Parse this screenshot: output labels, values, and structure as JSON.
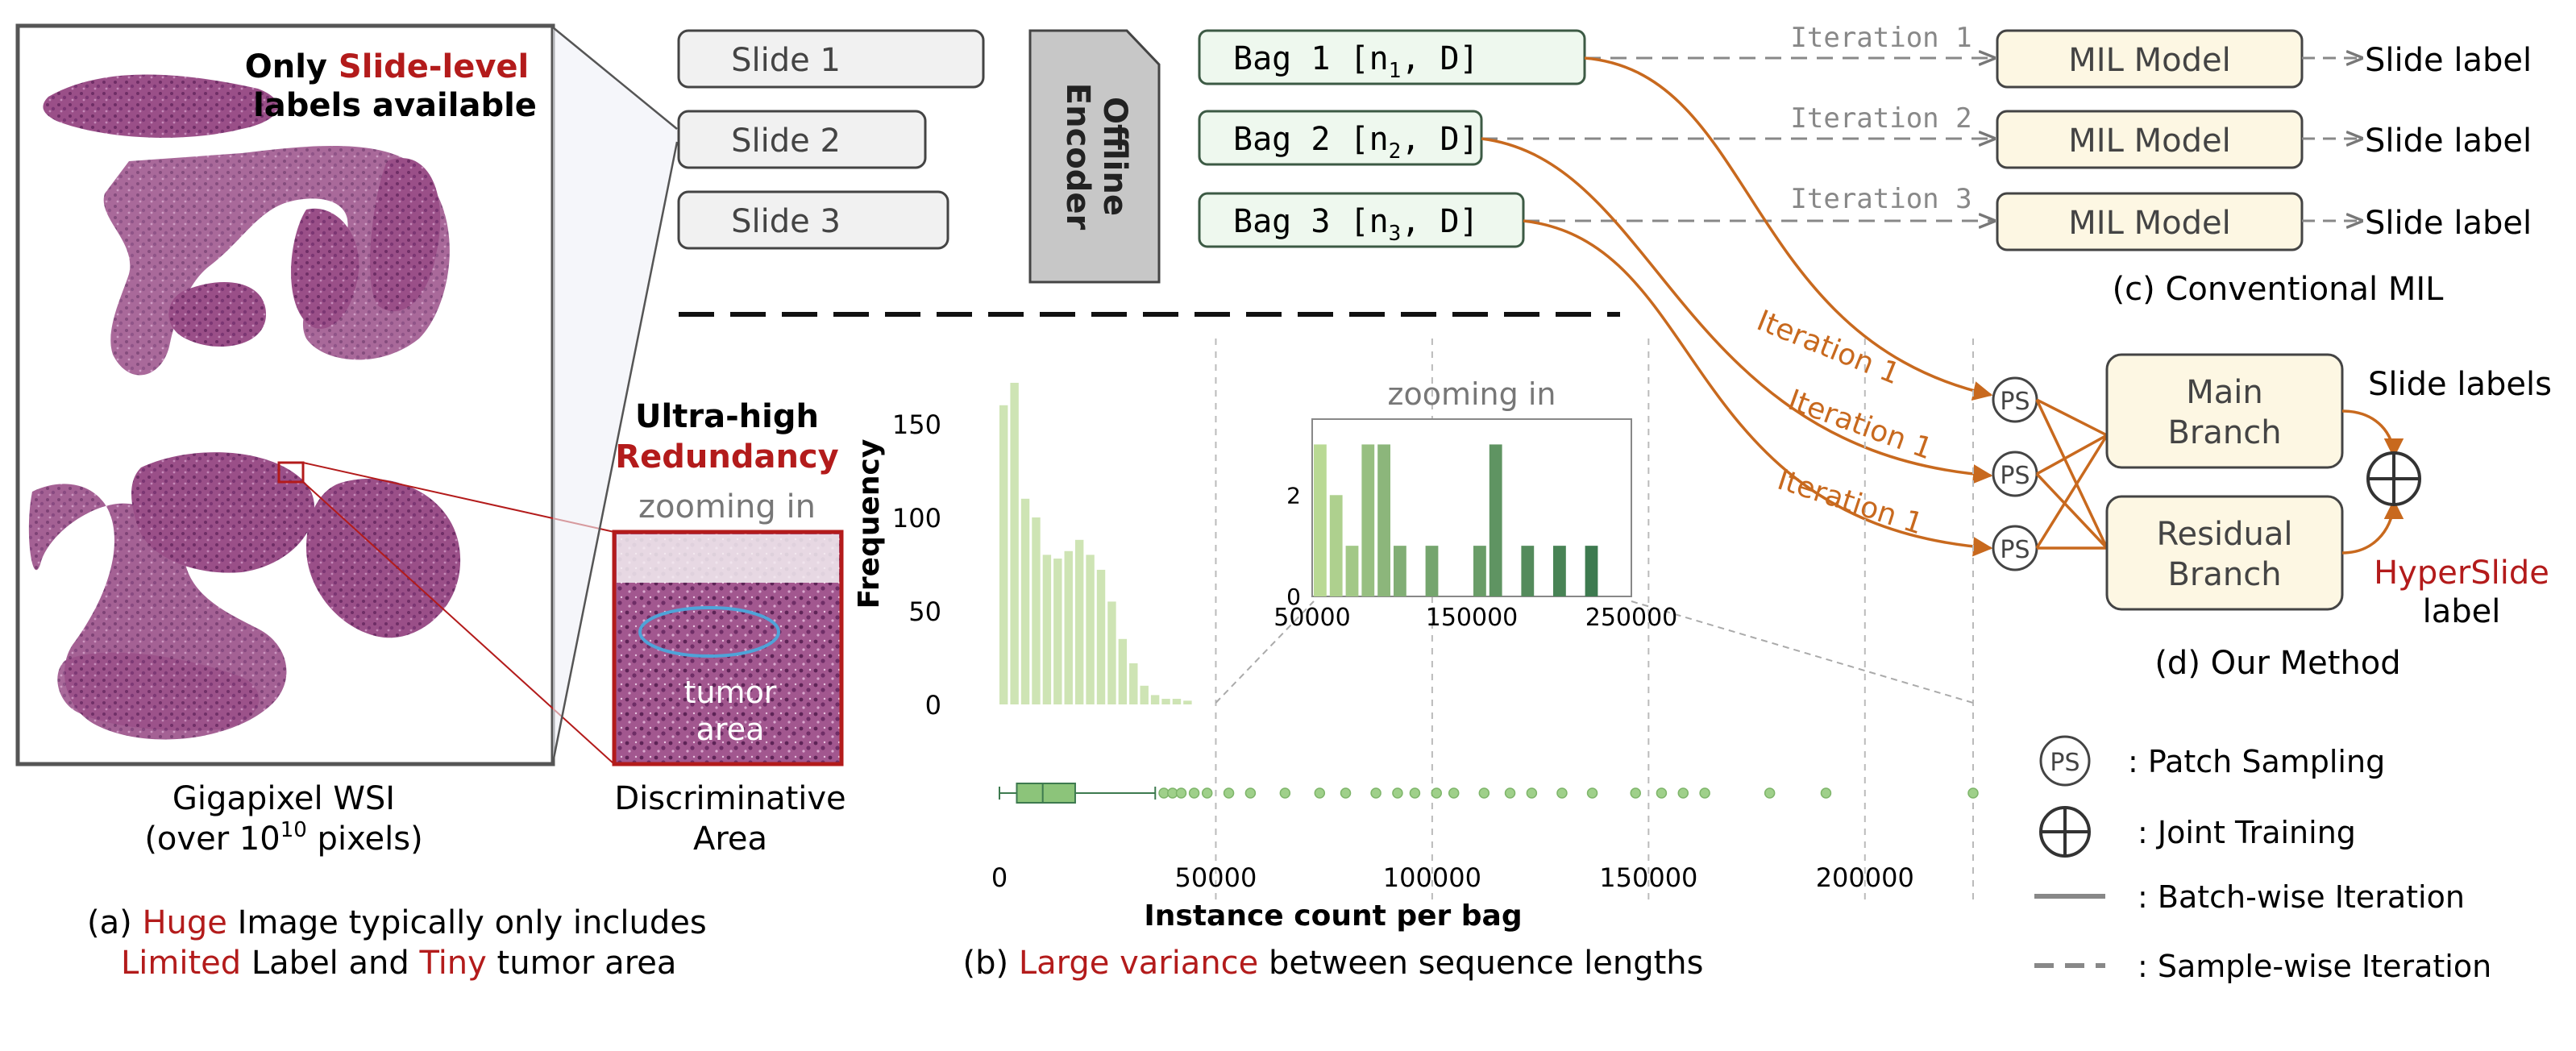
{
  "panel_a": {
    "note_only": "Only",
    "note_slide_level": "Slide-level",
    "note_labels": "labels available",
    "ultra_high": "Ultra-high",
    "redundancy": "Redundancy",
    "zooming_in": "zooming in",
    "tumor": "tumor",
    "area": "area",
    "wsi_line1": "Gigapixel WSI",
    "wsi_line2_pre": "(over 10",
    "wsi_line2_sup": "10",
    "wsi_line2_post": " pixels)",
    "disc_line1": "Discriminative",
    "disc_line2": "Area",
    "caption_a_prefix": "(a)",
    "caption_a_huge": "Huge",
    "caption_a_rest1": " Image typically only includes",
    "caption_a_limited": "Limited",
    "caption_a_mid": " Label and ",
    "caption_a_tiny": "Tiny",
    "caption_a_end": " tumor area"
  },
  "slides": [
    "Slide 1",
    "Slide 2",
    "Slide 3"
  ],
  "encoder_line1": "Offline",
  "encoder_line2": "Encoder",
  "bags": [
    {
      "prefix": "Bag 1 [n",
      "sub": "1",
      "suffix": ", D]"
    },
    {
      "prefix": "Bag 2 [n",
      "sub": "2",
      "suffix": ", D]"
    },
    {
      "prefix": "Bag 3 [n",
      "sub": "3",
      "suffix": ", D]"
    }
  ],
  "conventional": {
    "iterations": [
      "Iteration 1",
      "Iteration 2",
      "Iteration 3"
    ],
    "model_label": "MIL Model",
    "output_label": "Slide label",
    "caption": "(c) Conventional MIL"
  },
  "our_method": {
    "iteration_label": "Iteration 1",
    "ps": "PS",
    "main_branch_1": "Main",
    "main_branch_2": "Branch",
    "residual_branch_1": "Residual",
    "residual_branch_2": "Branch",
    "slide_labels": "Slide labels",
    "hyperslide": "HyperSlide",
    "label": "label",
    "caption": "(d) Our Method"
  },
  "legend": [
    {
      "symbol": "PS",
      "text": ": Patch Sampling"
    },
    {
      "symbol": "plus",
      "text": ": Joint Training"
    },
    {
      "symbol": "solid",
      "text": ": Batch-wise Iteration"
    },
    {
      "symbol": "dashed",
      "text": ": Sample-wise Iteration"
    }
  ],
  "colors": {
    "accent_red": "#b31b1b",
    "orange": "#c8691e",
    "dark_green": "#3d7a4f",
    "light_green": "#b9d994",
    "slide_fill": "#f1f1f1",
    "bag_fill": "#eef8ee",
    "model_fill": "#fdf7e3"
  },
  "chart_data": [
    {
      "type": "bar",
      "ylabel": "Frequency",
      "xlabel": "Instance count per bag",
      "yticks": [
        0,
        50,
        100,
        150
      ],
      "xticks": [
        0,
        50000,
        100000,
        150000,
        200000
      ],
      "xtick_labels": [
        "0",
        "50000",
        "100000",
        "150000",
        "200000"
      ],
      "ylim": [
        0,
        180
      ],
      "xlim": [
        0,
        225000
      ],
      "bin_width": 2500,
      "values": [
        160,
        172,
        110,
        100,
        80,
        78,
        82,
        88,
        80,
        72,
        55,
        35,
        22,
        10,
        5,
        3,
        3,
        2
      ]
    },
    {
      "type": "bar",
      "title": "zooming in",
      "yticks": [
        0,
        2
      ],
      "xticks": [
        50000,
        150000,
        250000
      ],
      "xtick_labels": [
        "50000",
        "150000",
        "250000"
      ],
      "xlim": [
        50000,
        250000
      ],
      "ylim": [
        0,
        3.5
      ],
      "bin_width": 10000,
      "x": [
        55000,
        65000,
        75000,
        85000,
        95000,
        105000,
        125000,
        155000,
        165000,
        185000,
        205000,
        225000
      ],
      "values": [
        3,
        2,
        1,
        3,
        3,
        1,
        1,
        1,
        3,
        1,
        1,
        1
      ]
    },
    {
      "type": "box",
      "q1": 4000,
      "median": 10000,
      "q3": 17500,
      "whisker_low": 0,
      "whisker_high": 36000,
      "outliers": [
        38000,
        40000,
        42000,
        45000,
        48000,
        53000,
        58000,
        66000,
        74000,
        80000,
        87000,
        92000,
        96000,
        101000,
        105000,
        112000,
        118000,
        123000,
        130000,
        137000,
        147000,
        153000,
        158000,
        163000,
        178000,
        191000,
        225000
      ]
    }
  ]
}
